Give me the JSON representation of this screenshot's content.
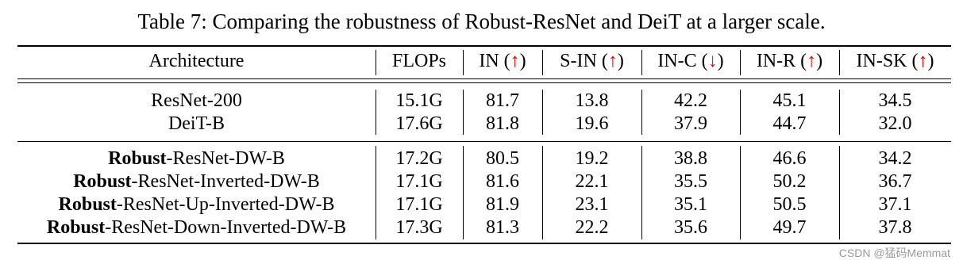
{
  "table": {
    "caption": "Table 7: Comparing the robustness of Robust-ResNet and DeiT at a larger scale.",
    "headers": [
      {
        "text": "Architecture",
        "arrow": ""
      },
      {
        "text": "FLOPs",
        "arrow": ""
      },
      {
        "text": "IN (",
        "arrow": "↑",
        "close": ")"
      },
      {
        "text": "S-IN (",
        "arrow": "↑",
        "close": ")"
      },
      {
        "text": "IN-C (",
        "arrow": "↓",
        "close": ")"
      },
      {
        "text": "IN-R (",
        "arrow": "↑",
        "close": ")"
      },
      {
        "text": "IN-SK (",
        "arrow": "↑",
        "close": ")"
      }
    ],
    "groups": [
      [
        {
          "bold": "",
          "name": "ResNet-200",
          "values": [
            "15.1G",
            "81.7",
            "13.8",
            "42.2",
            "45.1",
            "34.5"
          ]
        },
        {
          "bold": "",
          "name": "DeiT-B",
          "values": [
            "17.6G",
            "81.8",
            "19.6",
            "37.9",
            "44.7",
            "32.0"
          ]
        }
      ],
      [
        {
          "bold": "Robust",
          "name": "-ResNet-DW-B",
          "values": [
            "17.2G",
            "80.5",
            "19.2",
            "38.8",
            "46.6",
            "34.2"
          ]
        },
        {
          "bold": "Robust",
          "name": "-ResNet-Inverted-DW-B",
          "values": [
            "17.1G",
            "81.6",
            "22.1",
            "35.5",
            "50.2",
            "36.7"
          ]
        },
        {
          "bold": "Robust",
          "name": "-ResNet-Up-Inverted-DW-B",
          "values": [
            "17.1G",
            "81.9",
            "23.1",
            "35.1",
            "50.5",
            "37.1"
          ]
        },
        {
          "bold": "Robust",
          "name": "-ResNet-Down-Inverted-DW-B",
          "values": [
            "17.3G",
            "81.3",
            "22.2",
            "35.6",
            "49.7",
            "37.8"
          ]
        }
      ]
    ]
  },
  "watermark": "CSDN @猛码Memmat",
  "colors": {
    "arrow": "#e00000"
  }
}
